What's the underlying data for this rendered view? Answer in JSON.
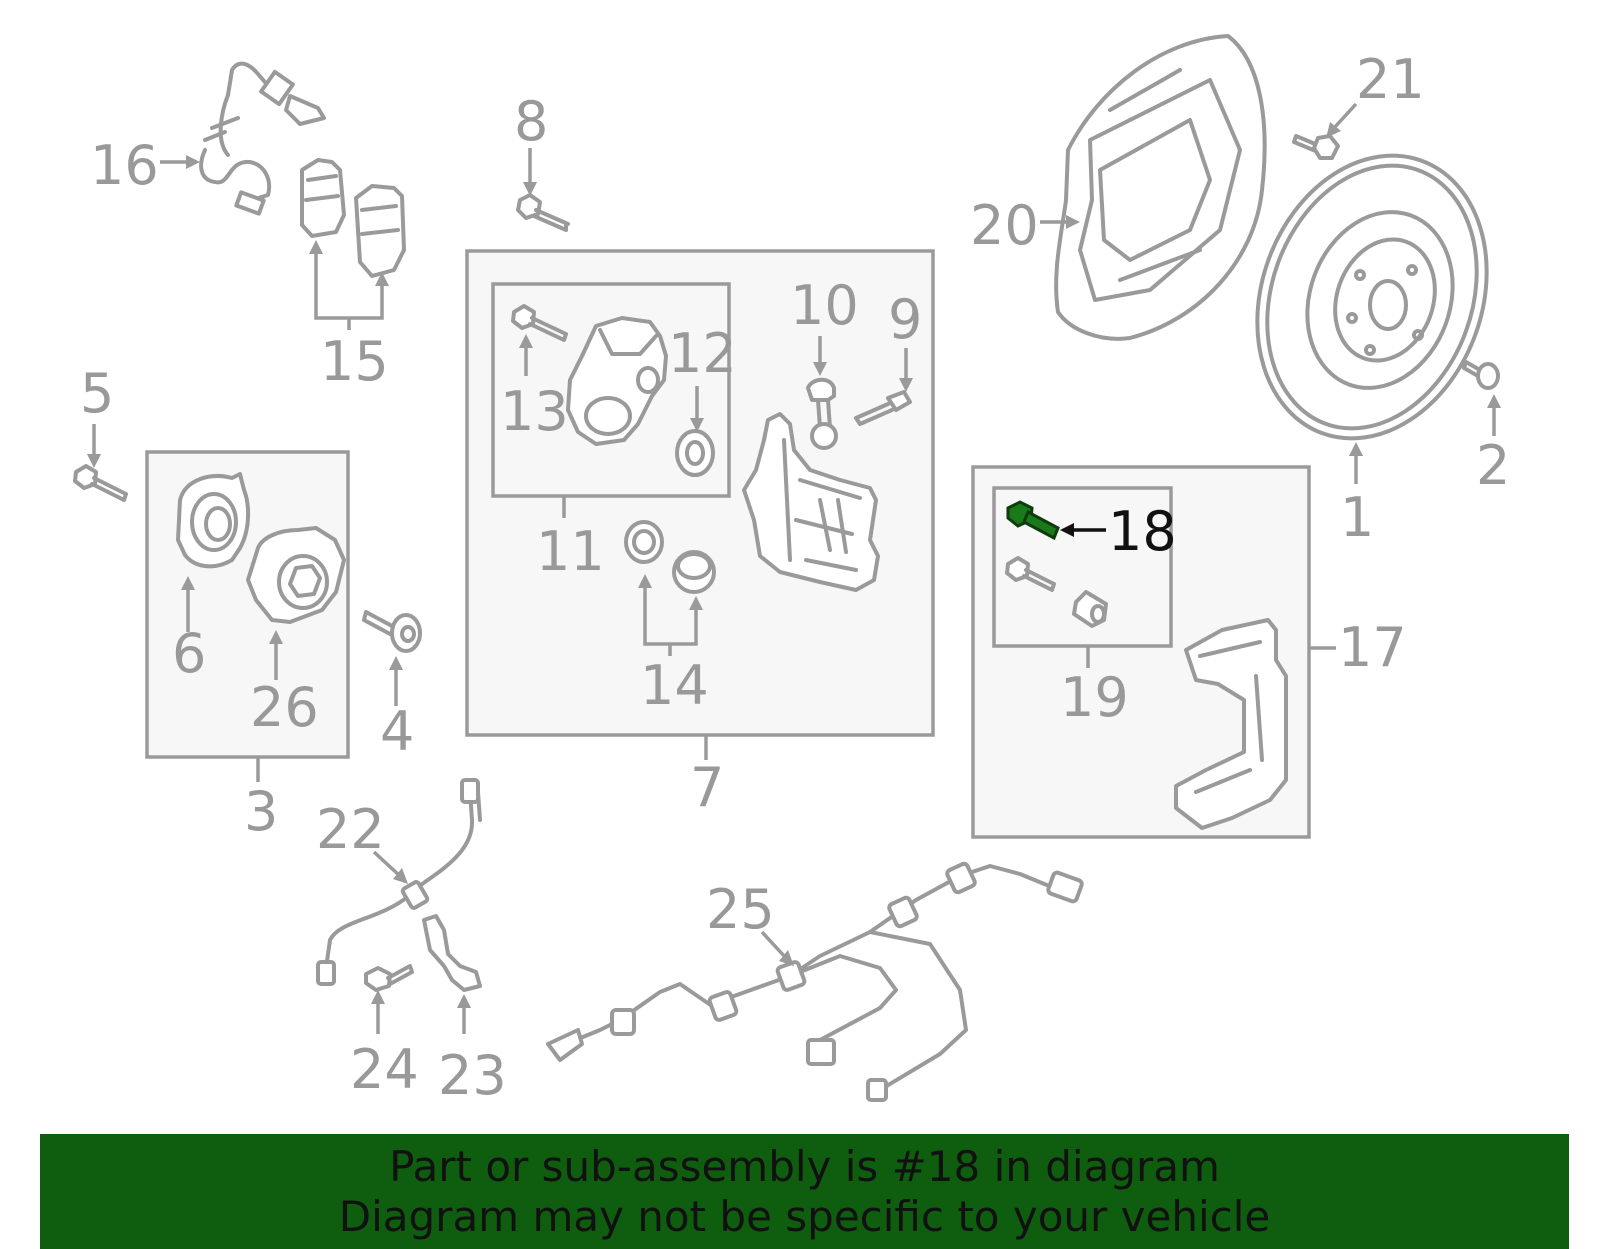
{
  "diagram": {
    "highlighted_part": "18",
    "highlight_color": "#1a7a1a",
    "callouts": {
      "p1": "1",
      "p2": "2",
      "p3": "3",
      "p4": "4",
      "p5": "5",
      "p6": "6",
      "p7": "7",
      "p8": "8",
      "p9": "9",
      "p10": "10",
      "p11": "11",
      "p12": "12",
      "p13": "13",
      "p14": "14",
      "p15": "15",
      "p16": "16",
      "p17": "17",
      "p18": "18",
      "p19": "19",
      "p20": "20",
      "p21": "21",
      "p22": "22",
      "p23": "23",
      "p24": "24",
      "p25": "25",
      "p26": "26"
    }
  },
  "banner": {
    "line1": "Part or sub-assembly is #18 in diagram",
    "line2": "Diagram may not be specific to your vehicle",
    "background": "#0f5e0f"
  }
}
